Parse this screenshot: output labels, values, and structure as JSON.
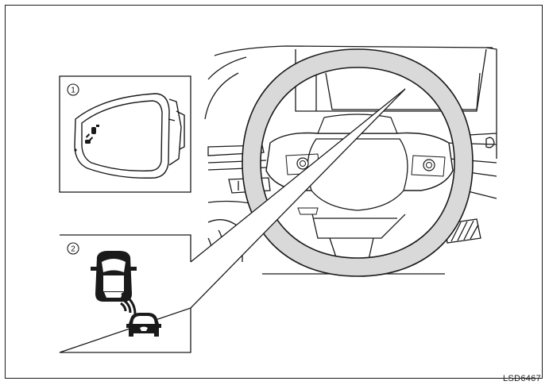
{
  "callouts": [
    {
      "number": "1"
    },
    {
      "number": "2"
    }
  ],
  "figure_code": "LSD6467",
  "icons": {
    "mirror_indicator": "blind-spot-mirror-indicator-icon",
    "dash_indicator": "blind-spot-warning-car-icon"
  },
  "colors": {
    "line": "#1a1a1a",
    "background": "#ffffff",
    "wheel_fill": "#d9d9d9"
  }
}
